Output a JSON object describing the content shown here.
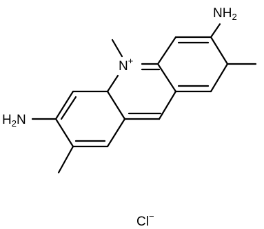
{
  "molecule": {
    "atoms": {
      "amino_top_right": {
        "element": "N",
        "hydrogens": "H",
        "h_count": "2"
      },
      "amino_left": {
        "element": "N",
        "hydrogens": "H",
        "h_count": "2"
      },
      "ring_nitrogen": {
        "element": "N",
        "charge": "+"
      },
      "chloride": {
        "element": "Cl",
        "charge": "−"
      }
    },
    "colors": {
      "bond": "#000000",
      "text": "#000000",
      "background": "#ffffff"
    }
  }
}
